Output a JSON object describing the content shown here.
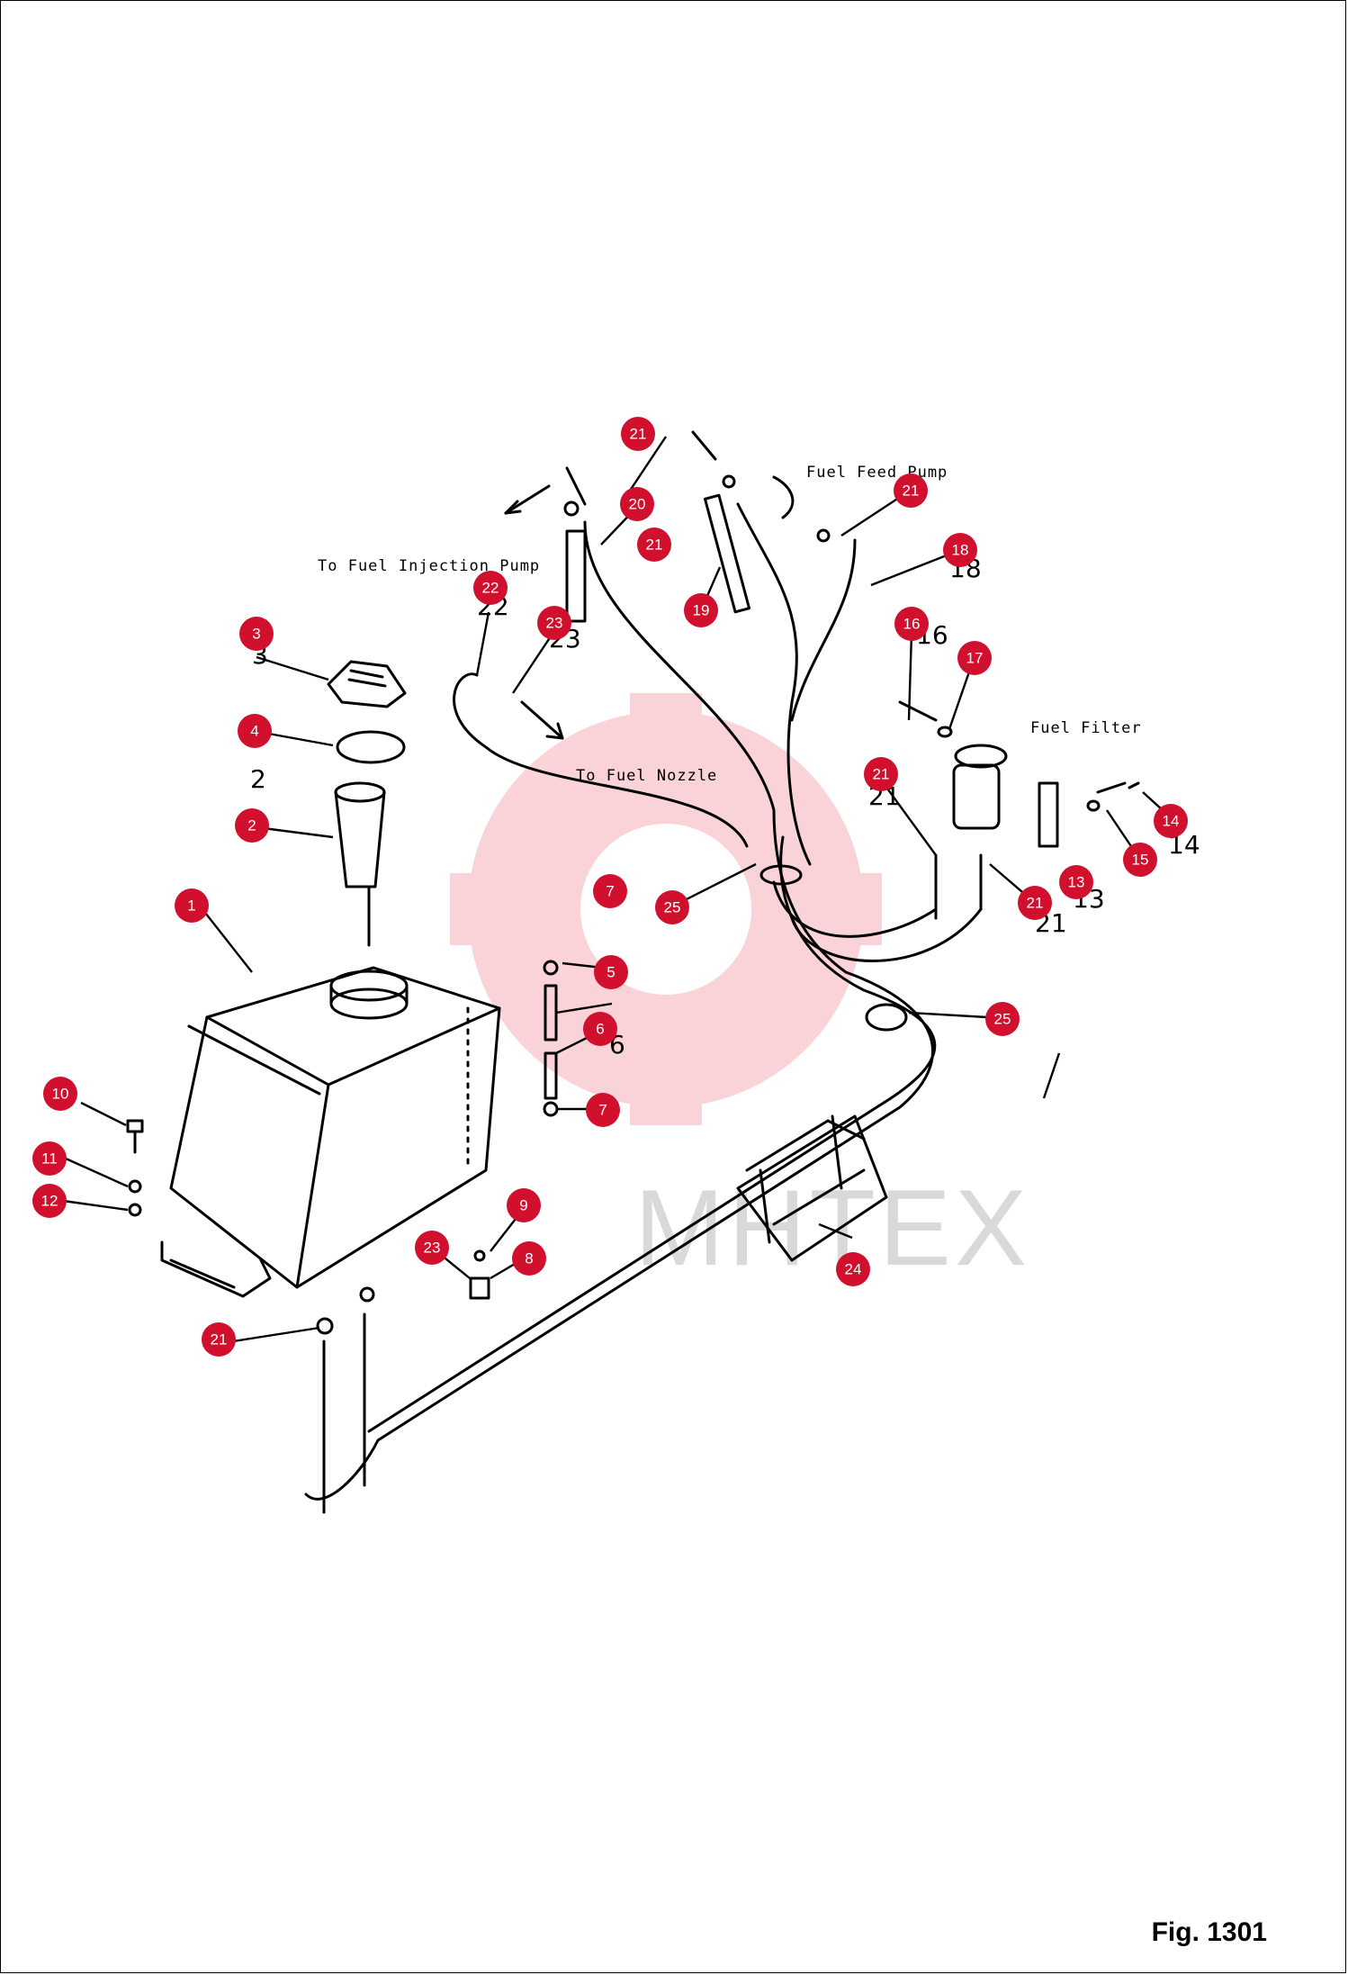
{
  "figure_caption": "Fig. 1301",
  "watermark": "MHTEX",
  "annotations": {
    "fuel_feed_pump": "Fuel Feed Pump",
    "to_fuel_injection_pump": "To Fuel Injection Pump",
    "to_fuel_nozzle": "To Fuel Nozzle",
    "fuel_filter": "Fuel Filter"
  },
  "callouts": [
    {
      "id": "c1",
      "label": "1"
    },
    {
      "id": "c2",
      "label": "2"
    },
    {
      "id": "c3",
      "label": "3"
    },
    {
      "id": "c4",
      "label": "4"
    },
    {
      "id": "c5",
      "label": "5"
    },
    {
      "id": "c6",
      "label": "6"
    },
    {
      "id": "c7a",
      "label": "7"
    },
    {
      "id": "c7b",
      "label": "7"
    },
    {
      "id": "c8",
      "label": "8"
    },
    {
      "id": "c9",
      "label": "9"
    },
    {
      "id": "c10",
      "label": "10"
    },
    {
      "id": "c11",
      "label": "11"
    },
    {
      "id": "c12",
      "label": "12"
    },
    {
      "id": "c13",
      "label": "13"
    },
    {
      "id": "c14",
      "label": "14"
    },
    {
      "id": "c15",
      "label": "15"
    },
    {
      "id": "c16",
      "label": "16"
    },
    {
      "id": "c17",
      "label": "17"
    },
    {
      "id": "c18",
      "label": "18"
    },
    {
      "id": "c19",
      "label": "19"
    },
    {
      "id": "c20",
      "label": "20"
    },
    {
      "id": "c21a",
      "label": "21"
    },
    {
      "id": "c21b",
      "label": "21"
    },
    {
      "id": "c21c",
      "label": "21"
    },
    {
      "id": "c21d",
      "label": "21"
    },
    {
      "id": "c21e",
      "label": "21"
    },
    {
      "id": "c21f",
      "label": "21"
    },
    {
      "id": "c22",
      "label": "22"
    },
    {
      "id": "c23a",
      "label": "23"
    },
    {
      "id": "c23b",
      "label": "23"
    },
    {
      "id": "c24",
      "label": "24"
    },
    {
      "id": "c25a",
      "label": "25"
    },
    {
      "id": "c25b",
      "label": "25"
    }
  ],
  "ghost_numbers": [
    {
      "id": "g3",
      "label": "3"
    },
    {
      "id": "g2",
      "label": "2"
    },
    {
      "id": "g22",
      "label": "22"
    },
    {
      "id": "g23",
      "label": "23"
    },
    {
      "id": "g16",
      "label": "16"
    },
    {
      "id": "g18",
      "label": "18"
    },
    {
      "id": "g21",
      "label": "21"
    },
    {
      "id": "g14",
      "label": "14"
    },
    {
      "id": "g13",
      "label": "13"
    },
    {
      "id": "g21b",
      "label": "21"
    },
    {
      "id": "g6",
      "label": "6"
    }
  ]
}
